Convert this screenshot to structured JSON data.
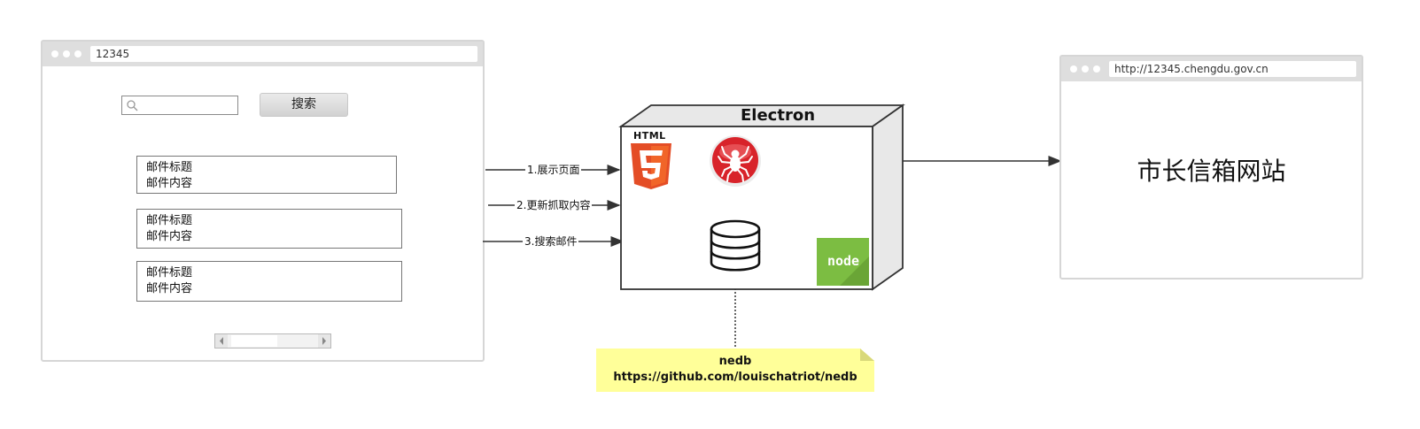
{
  "left_browser": {
    "url": "12345",
    "search_button": "搜索",
    "mails": [
      {
        "title": "邮件标题",
        "content": "邮件内容"
      },
      {
        "title": "邮件标题",
        "content": "邮件内容"
      },
      {
        "title": "邮件标题",
        "content": "邮件内容"
      }
    ]
  },
  "arrows": {
    "step1": "1.展示页面",
    "step2": "2.更新抓取内容",
    "step3": "3.搜索邮件"
  },
  "electron": {
    "title": "Electron",
    "html5_label": "HTML",
    "html5_number": "5",
    "node_label": "node"
  },
  "note": {
    "name": "nedb",
    "url": "https://github.com/louischatriot/nedb"
  },
  "right_browser": {
    "url": "http://12345.chengdu.gov.cn",
    "site_title": "市长信箱网站"
  },
  "colors": {
    "html5": "#e44d26",
    "node": "#7cbd42",
    "spider": "#d8232a",
    "note": "#ffff99"
  }
}
